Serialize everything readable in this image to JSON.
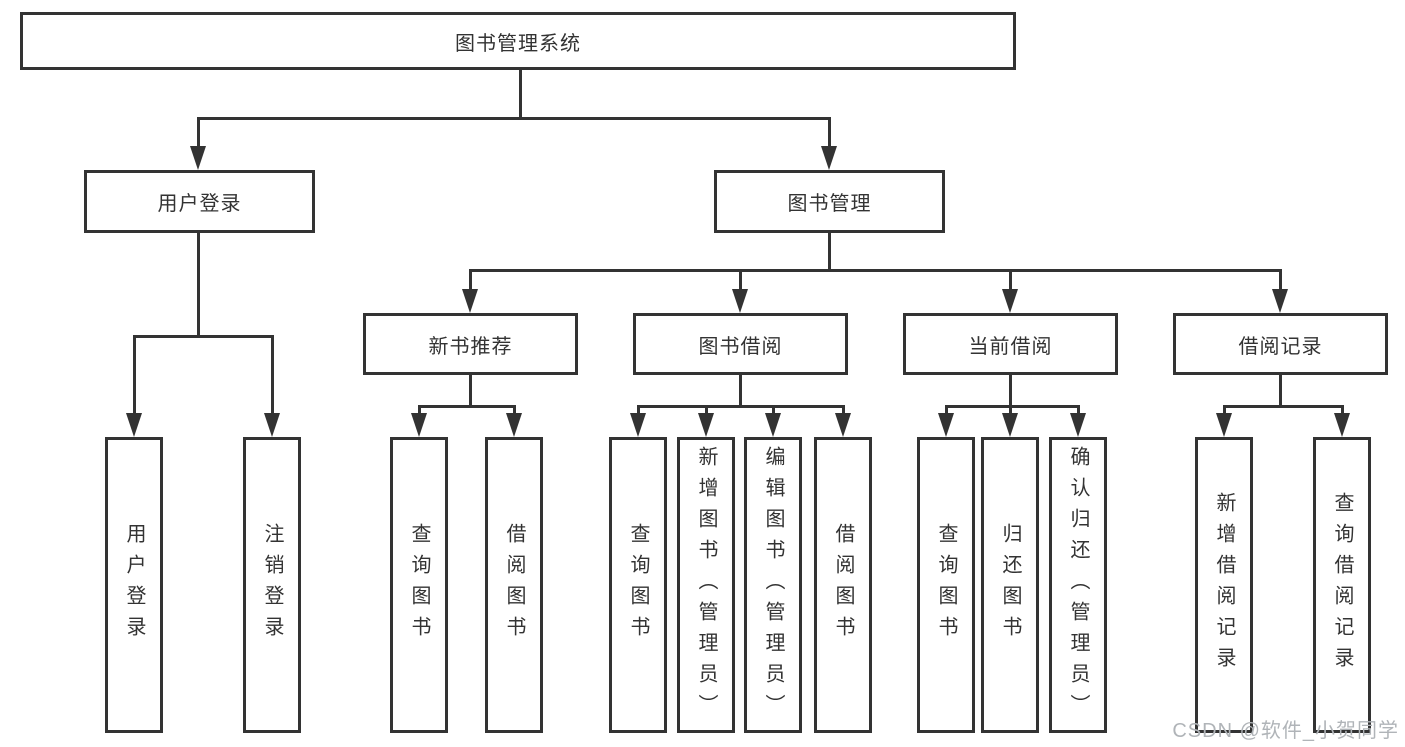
{
  "colors": {
    "background": "#ffffff",
    "line": "#333333",
    "node_border": "#333333",
    "text": "#333333",
    "watermark_text_color": "#b0b4b8"
  },
  "watermark": {
    "text": "CSDN @软件_小贺同学"
  },
  "tree": {
    "label": "图书管理系统",
    "children": [
      {
        "label": "用户登录",
        "children": [
          {
            "label": "用户登录"
          },
          {
            "label": "注销登录"
          }
        ]
      },
      {
        "label": "图书管理",
        "children": [
          {
            "label": "新书推荐",
            "children": [
              {
                "label": "查询图书"
              },
              {
                "label": "借阅图书"
              }
            ]
          },
          {
            "label": "图书借阅",
            "children": [
              {
                "label": "查询图书"
              },
              {
                "label": "新增图书（管理员）"
              },
              {
                "label": "编辑图书（管理员）"
              },
              {
                "label": "借阅图书"
              }
            ]
          },
          {
            "label": "当前借阅",
            "children": [
              {
                "label": "查询图书"
              },
              {
                "label": "归还图书"
              },
              {
                "label": "确认归还（管理员）"
              }
            ]
          },
          {
            "label": "借阅记录",
            "children": [
              {
                "label": "新增借阅记录"
              },
              {
                "label": "查询借阅记录"
              }
            ]
          }
        ]
      }
    ]
  }
}
